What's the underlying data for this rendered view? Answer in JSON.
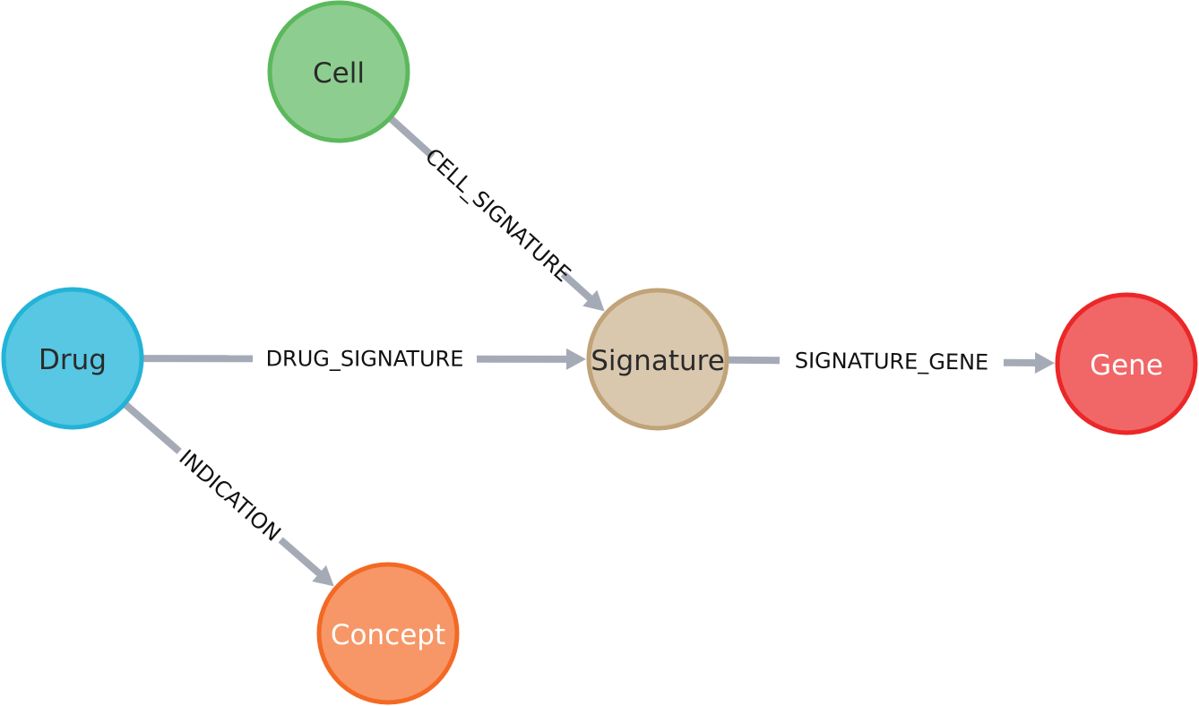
{
  "nodes": [
    {
      "id": "cell",
      "label": "Cell",
      "fill": "#8ecd90",
      "stroke": "#5cb85c",
      "text_color": "#2a2a2a"
    },
    {
      "id": "drug",
      "label": "Drug",
      "fill": "#57c7e3",
      "stroke": "#23b3d7",
      "text_color": "#2a2a2a"
    },
    {
      "id": "signature",
      "label": "Signature",
      "fill": "#d9c8ae",
      "stroke": "#c0a378",
      "text_color": "#2a2a2a"
    },
    {
      "id": "gene",
      "label": "Gene",
      "fill": "#f16667",
      "stroke": "#eb2728",
      "text_color": "#ffffff"
    },
    {
      "id": "concept",
      "label": "Concept",
      "fill": "#f79767",
      "stroke": "#f36924",
      "text_color": "#ffffff"
    }
  ],
  "edges": [
    {
      "id": "cell-signature",
      "label": "CELL_SIGNATURE",
      "source": "cell",
      "target": "signature"
    },
    {
      "id": "drug-signature",
      "label": "DRUG_SIGNATURE",
      "source": "drug",
      "target": "signature"
    },
    {
      "id": "signature-gene",
      "label": "SIGNATURE_GENE",
      "source": "signature",
      "target": "gene"
    },
    {
      "id": "drug-concept",
      "label": "INDICATION",
      "source": "drug",
      "target": "concept"
    }
  ],
  "edge_color": "#a5abb6"
}
